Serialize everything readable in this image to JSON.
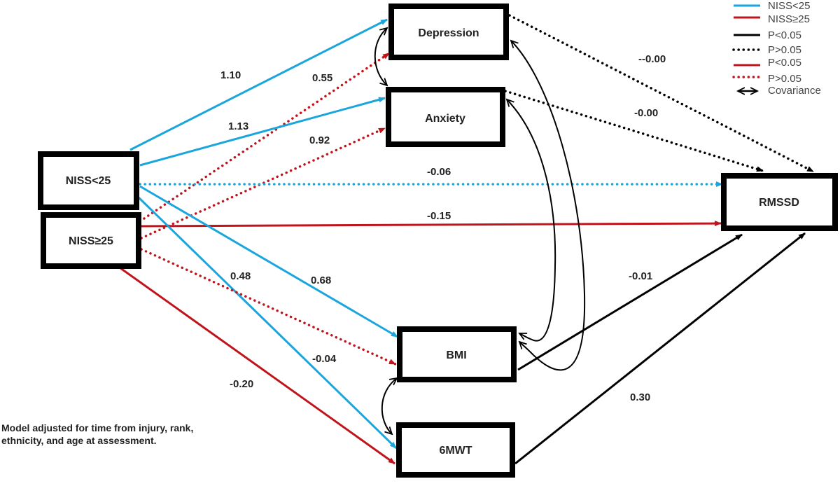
{
  "colors": {
    "niss_lt25": "#1aa6dd",
    "niss_ge25": "#c0141c",
    "black": "#000000"
  },
  "nodes": {
    "depression": "Depression",
    "anxiety": "Anxiety",
    "niss_lt25": "NISS<25",
    "niss_ge25": "NISS≥25",
    "rmssd": "RMSSD",
    "bmi": "BMI",
    "sixmwt": "6MWT"
  },
  "paths": [
    {
      "id": "niss_lt25-depression",
      "from": "NISS<25",
      "to": "Depression",
      "group": "NISS<25",
      "significant": true,
      "coef": "1.10"
    },
    {
      "id": "niss_ge25-depression",
      "from": "NISS≥25",
      "to": "Depression",
      "group": "NISS≥25",
      "significant": false,
      "coef": "0.55"
    },
    {
      "id": "niss_lt25-anxiety",
      "from": "NISS<25",
      "to": "Anxiety",
      "group": "NISS<25",
      "significant": true,
      "coef": "1.13"
    },
    {
      "id": "niss_ge25-anxiety",
      "from": "NISS≥25",
      "to": "Anxiety",
      "group": "NISS≥25",
      "significant": false,
      "coef": "0.92"
    },
    {
      "id": "niss_lt25-rmssd",
      "from": "NISS<25",
      "to": "RMSSD",
      "group": "NISS<25",
      "significant": false,
      "coef": "-0.06"
    },
    {
      "id": "niss_ge25-rmssd",
      "from": "NISS≥25",
      "to": "RMSSD",
      "group": "NISS≥25",
      "significant": true,
      "coef": "-0.15"
    },
    {
      "id": "niss_lt25-bmi",
      "from": "NISS<25",
      "to": "BMI",
      "group": "NISS<25",
      "significant": true,
      "coef": "0.68"
    },
    {
      "id": "niss_lt25-6mwt",
      "from": "NISS<25",
      "to": "6MWT",
      "group": "NISS<25",
      "significant": true,
      "coef": "0.48"
    },
    {
      "id": "niss_ge25-bmi",
      "from": "NISS≥25",
      "to": "BMI",
      "group": "NISS≥25",
      "significant": false,
      "coef": "-0.04"
    },
    {
      "id": "niss_ge25-6mwt",
      "from": "NISS≥25",
      "to": "6MWT",
      "group": "NISS≥25",
      "significant": true,
      "coef": "-0.20"
    },
    {
      "id": "depression-rmssd",
      "from": "Depression",
      "to": "RMSSD",
      "group": "overall",
      "significant": false,
      "coef": "--0.00"
    },
    {
      "id": "anxiety-rmssd",
      "from": "Anxiety",
      "to": "RMSSD",
      "group": "overall",
      "significant": false,
      "coef": "-0.00"
    },
    {
      "id": "bmi-rmssd",
      "from": "BMI",
      "to": "RMSSD",
      "group": "overall",
      "significant": true,
      "coef": "-0.01"
    },
    {
      "id": "6mwt-rmssd",
      "from": "6MWT",
      "to": "RMSSD",
      "group": "overall",
      "significant": true,
      "coef": "0.30"
    }
  ],
  "covariances": [
    {
      "between": [
        "Depression",
        "Anxiety"
      ]
    },
    {
      "between": [
        "BMI",
        "6MWT"
      ]
    },
    {
      "between": [
        "Depression",
        "BMI"
      ]
    },
    {
      "between": [
        "Anxiety",
        "BMI"
      ]
    }
  ],
  "legend": [
    {
      "label": "NISS<25",
      "style": "solid",
      "color": "#1aa6dd"
    },
    {
      "label": "NISS≥25",
      "style": "solid",
      "color": "#c0141c"
    },
    {
      "label": "P<0.05",
      "style": "solid",
      "color": "#000000"
    },
    {
      "label": "P>0.05",
      "style": "dotted",
      "color": "#000000"
    },
    {
      "label": "P<0.05",
      "style": "solid",
      "color": "#c0141c"
    },
    {
      "label": "P>0.05",
      "style": "dotted",
      "color": "#c0141c"
    },
    {
      "label": "Covariance",
      "style": "double-arrow",
      "color": "#000000"
    }
  ],
  "note": "Model adjusted for time from injury, rank, ethnicity, and age at assessment."
}
